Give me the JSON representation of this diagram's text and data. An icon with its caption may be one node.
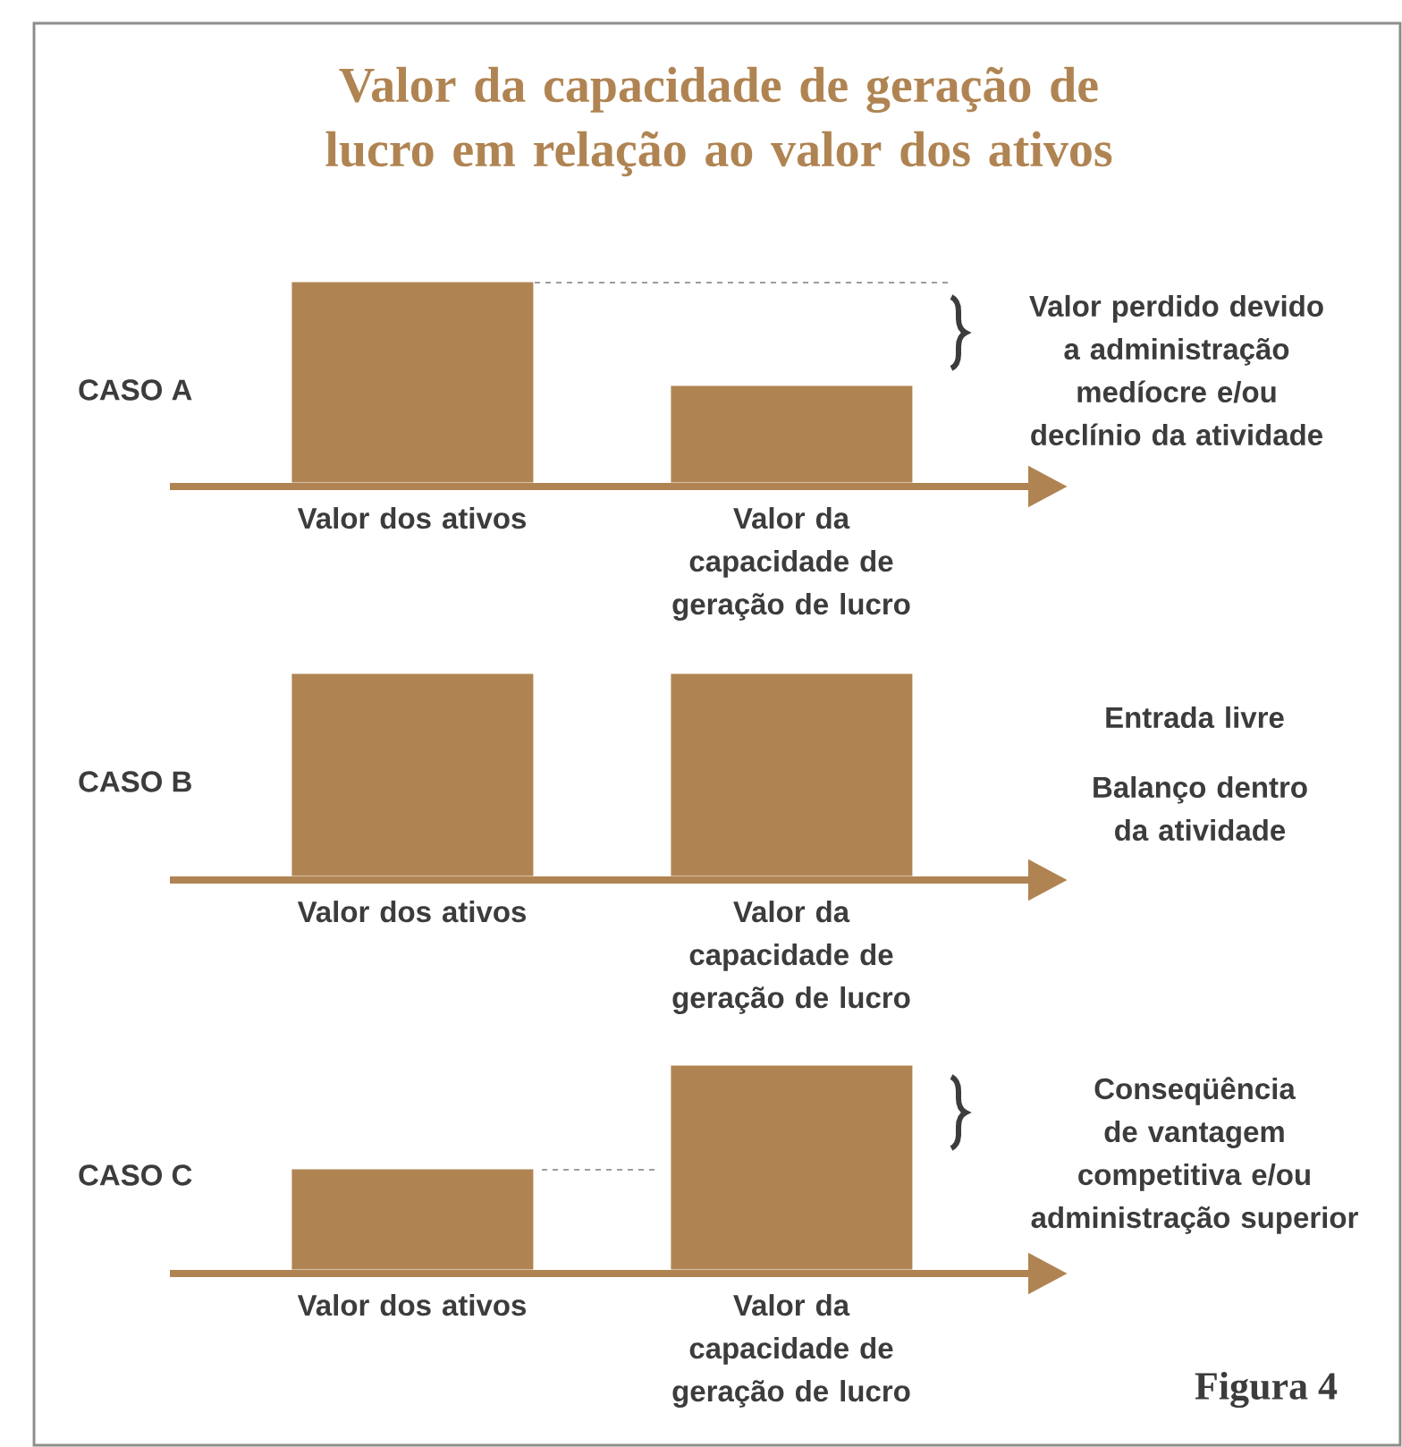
{
  "diagram": {
    "title": "Valor da capacidade de geração de lucro em relação ao valor dos ativos",
    "caption": "Figura 4",
    "nodes": [
      {
        "text": [],
        "shape": "bar",
        "beside": [
          "Valor dos ativos"
        ]
      },
      {
        "text": [],
        "shape": "bar",
        "beside": [
          "Valor da capacidade de geração de lucro"
        ]
      },
      {
        "text": [],
        "shape": "bar",
        "beside": [
          "Valor dos ativos"
        ]
      },
      {
        "text": [],
        "shape": "bar",
        "beside": [
          "Valor da capacidade de geração de lucro"
        ]
      },
      {
        "text": [],
        "shape": "bar",
        "beside": [
          "Valor dos ativos"
        ]
      },
      {
        "text": [],
        "shape": "bar",
        "beside": [
          "Valor da capacidade de geração de lucro"
        ]
      }
    ],
    "labels": [
      "CASO A",
      "Valor perdido devido a administração medíocre e/ou declínio da atividade",
      "CASO B",
      "Entrada livre",
      "Balanço dentro da atividade",
      "CASO C",
      "Conseqüência de vantagem competitiva e/ou administração superior"
    ]
  }
}
